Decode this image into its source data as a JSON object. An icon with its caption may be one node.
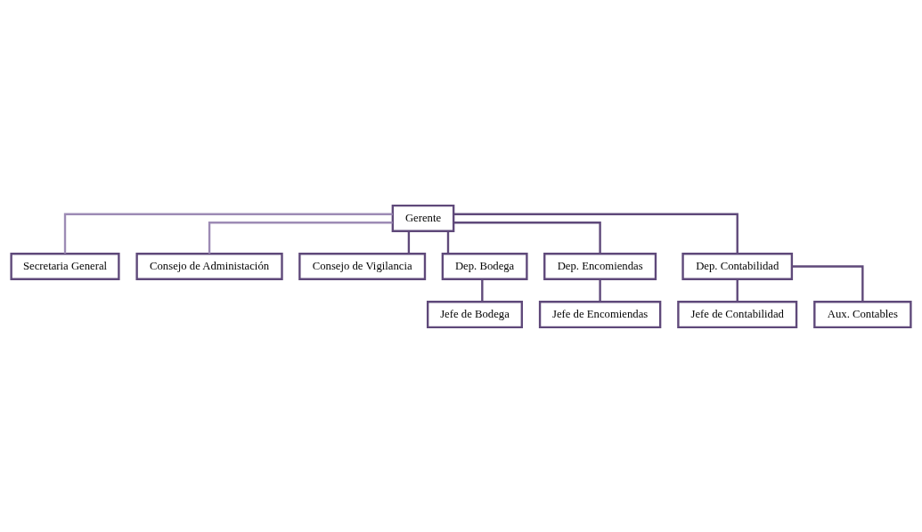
{
  "diagram": {
    "nodes": [
      {
        "text": [
          "Gerente"
        ]
      },
      {
        "text": [
          "Secretaria General"
        ]
      },
      {
        "text": [
          "Consejo de Administación"
        ]
      },
      {
        "text": [
          "Consejo de Vigilancia"
        ]
      },
      {
        "text": [
          "Dep. Bodega"
        ]
      },
      {
        "text": [
          "Dep. Encomiendas"
        ]
      },
      {
        "text": [
          "Dep. Contabilidad"
        ]
      },
      {
        "text": [
          "Jefe de Bodega"
        ]
      },
      {
        "text": [
          "Jefe de Encomiendas"
        ]
      },
      {
        "text": [
          "Jefe de Contabilidad"
        ]
      },
      {
        "text": [
          "Aux. Contables"
        ]
      }
    ],
    "edges": [
      {
        "from": 0,
        "to": 1,
        "arrow": "none",
        "color": "#9d8bb5"
      },
      {
        "from": 0,
        "to": 2,
        "arrow": "none",
        "color": "#9d8bb5"
      },
      {
        "from": 0,
        "to": 3,
        "arrow": "none"
      },
      {
        "from": 0,
        "to": 4,
        "arrow": "none"
      },
      {
        "from": 0,
        "to": 5,
        "arrow": "none"
      },
      {
        "from": 0,
        "to": 6,
        "arrow": "none"
      },
      {
        "from": 4,
        "to": 7,
        "arrow": "none"
      },
      {
        "from": 5,
        "to": 8,
        "arrow": "none"
      },
      {
        "from": 6,
        "to": 9,
        "arrow": "none"
      },
      {
        "from": 6,
        "to": 10,
        "arrow": "none"
      }
    ]
  }
}
